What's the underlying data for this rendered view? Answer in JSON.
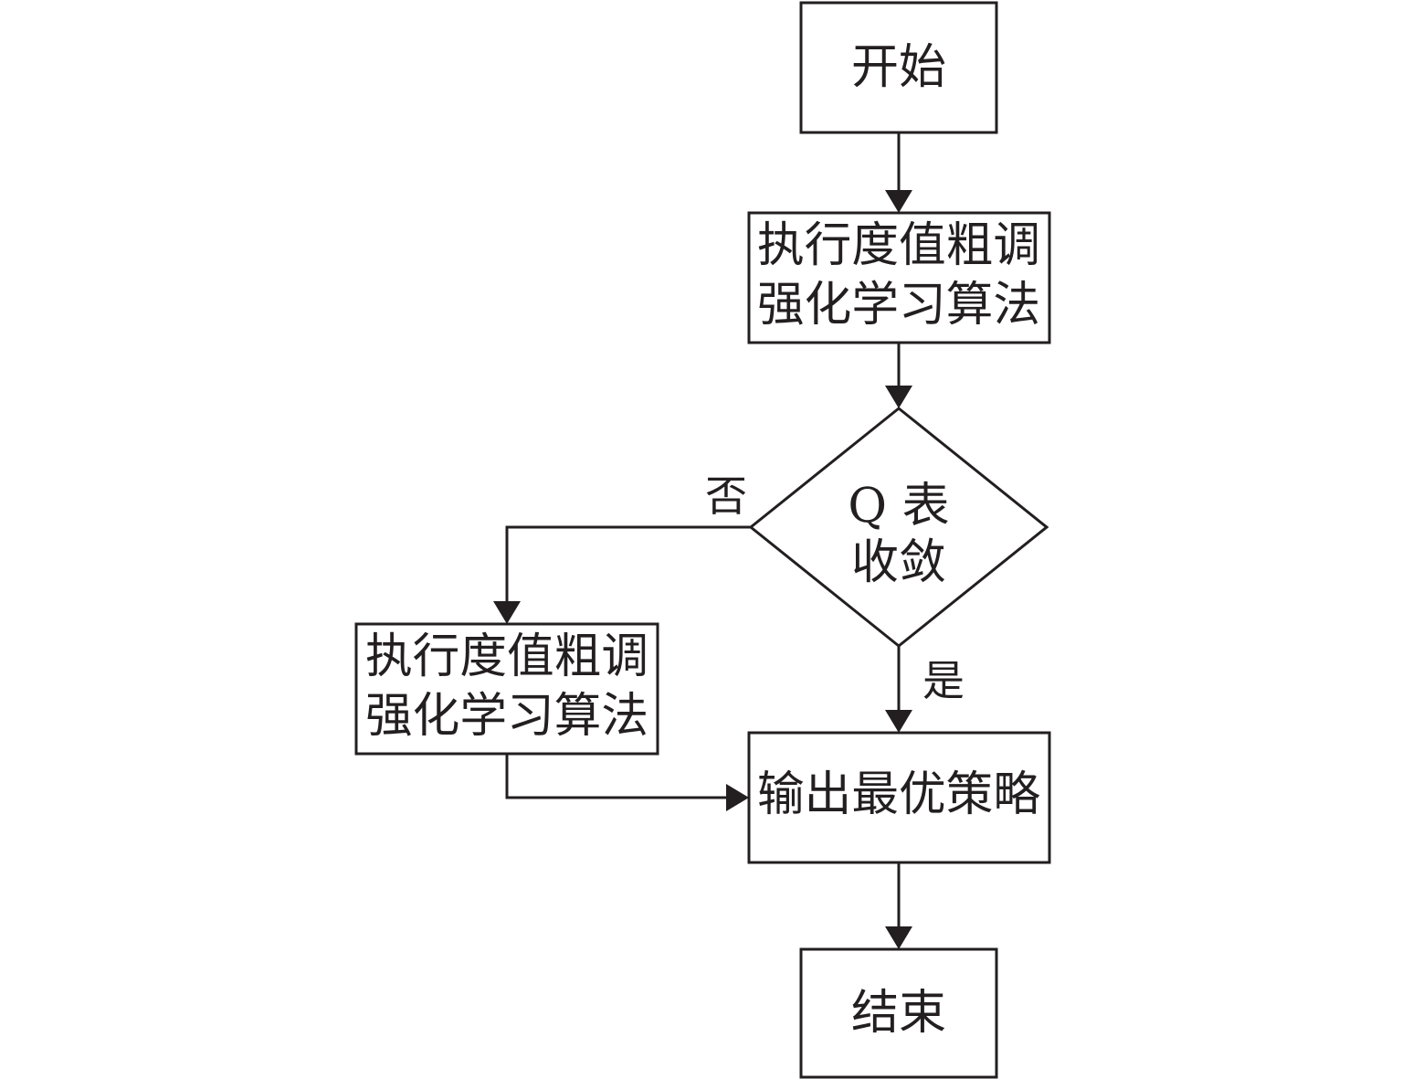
{
  "nodes": {
    "start": {
      "text": "开始"
    },
    "coarse_rl": {
      "line1": "执行度值粗调",
      "line2": "强化学习算法"
    },
    "decision": {
      "line1": "Q 表",
      "line2": "收敛"
    },
    "fine_rl": {
      "line1": "执行度值粗调",
      "line2": "强化学习算法"
    },
    "output": {
      "text": "输出最优策略"
    },
    "end": {
      "text": "结束"
    }
  },
  "edges": {
    "no_label": "否",
    "yes_label": "是"
  },
  "colors": {
    "line": "#231f20",
    "background": "#ffffff"
  }
}
